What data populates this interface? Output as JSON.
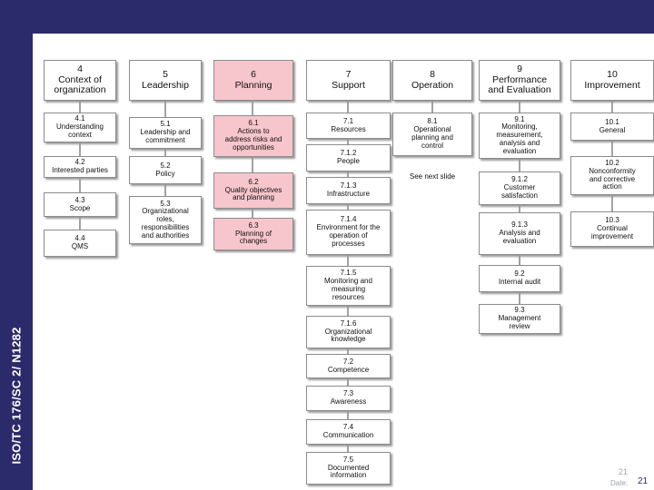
{
  "sidebar": {
    "label": "ISO/TC 176/SC 2/ N1282"
  },
  "footer": {
    "page_small": "21",
    "date_label": "Date:",
    "page_number": "21"
  },
  "colors": {
    "header_bar": "#2b2b6b",
    "highlight_box": "#f7c6cc",
    "connector": "#444444"
  },
  "clauses": [
    {
      "header": "4\nContext of\norganization",
      "items": [
        "4.1\nUnderstanding\ncontext",
        "4.2\nInterested parties",
        "4.3\nScope",
        "4.4\nQMS"
      ]
    },
    {
      "header": "5\nLeadership",
      "items": [
        "5.1\nLeadership and\ncommitment",
        "5.2\nPolicy",
        "5.3\nOrganizational\nroles,\nresponsibilities\nand authorities"
      ]
    },
    {
      "header": "6\nPlanning",
      "items": [
        "6.1\nActions to\naddress risks and\nopportunities",
        "6.2\nQuality objectives\nand planning",
        "6.3\nPlanning of\nchanges"
      ]
    },
    {
      "header": "7\nSupport",
      "items": [
        "7.1\nResources",
        "7.1.2\nPeople",
        "7.1.3\nInfrastructure",
        "7.1.4\nEnvironment for the\noperation of\nprocesses",
        "7.1.5\nMonitoring and\nmeasuring\nresources",
        "7.1.6\nOrganizational\nknowledge",
        "7.2\nCompetence",
        "7.3\nAwareness",
        "7.4\nCommunication",
        "7.5\nDocumented\ninformation"
      ]
    },
    {
      "header": "8\nOperation",
      "items": [
        "8.1\nOperational\nplanning and\ncontrol"
      ],
      "note": "See next slide"
    },
    {
      "header": "9\nPerformance\nand Evaluation",
      "items": [
        "9.1\nMonitoring,\nmeasurement,\nanalysis and\nevaluation",
        "9.1.2\nCustomer\nsatisfaction",
        "9.1.3\nAnalysis and\nevaluation",
        "9.2\nInternal audit",
        "9.3\nManagement\nreview"
      ]
    },
    {
      "header": "10\nImprovement",
      "items": [
        "10.1\nGeneral",
        "10.2\nNonconformity\nand corrective\naction",
        "10.3\nContinual\nimprovement"
      ]
    }
  ]
}
